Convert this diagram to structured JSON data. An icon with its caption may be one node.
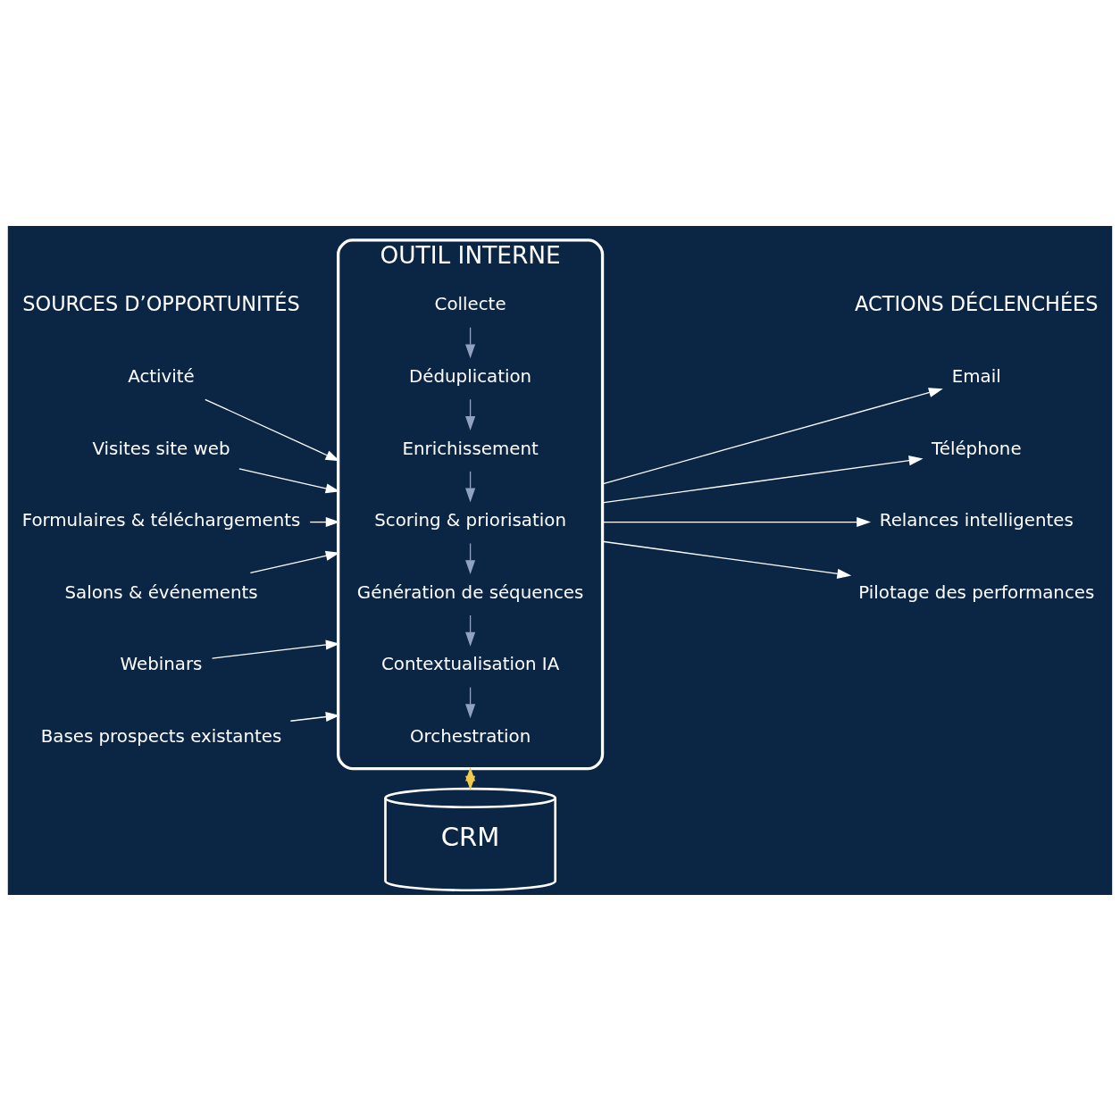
{
  "diagram": {
    "nodes": [
      {
        "text": [
          "Activité"
        ]
      },
      {
        "text": [
          "Visites site web"
        ]
      },
      {
        "text": [
          "Formulaires & téléchargements"
        ]
      },
      {
        "text": [
          "Salons & événements"
        ]
      },
      {
        "text": [
          "Webinars"
        ]
      },
      {
        "text": [
          "Bases prospects existantes"
        ]
      },
      {
        "text": [
          "OUTIL INTERNE"
        ]
      },
      {
        "text": [
          "Collecte"
        ],
        "in": 6
      },
      {
        "text": [
          "Déduplication"
        ],
        "in": 6
      },
      {
        "text": [
          "Enrichissement"
        ],
        "in": 6
      },
      {
        "text": [
          "Scoring & priorisation"
        ],
        "in": 6
      },
      {
        "text": [
          "Génération de séquences"
        ],
        "in": 6
      },
      {
        "text": [
          "Contextualisation IA"
        ],
        "in": 6
      },
      {
        "text": [
          "Orchestration"
        ],
        "in": 6
      },
      {
        "text": [
          "Email"
        ]
      },
      {
        "text": [
          "Téléphone"
        ]
      },
      {
        "text": [
          "Relances intelligentes"
        ]
      },
      {
        "text": [
          "Pilotage des performances"
        ]
      },
      {
        "text": [
          "CRM"
        ]
      }
    ],
    "edges": [
      {
        "from": 0,
        "to": 6,
        "arrow": "to"
      },
      {
        "from": 1,
        "to": 6,
        "arrow": "to"
      },
      {
        "from": 2,
        "to": 6,
        "arrow": "to"
      },
      {
        "from": 3,
        "to": 6,
        "arrow": "to"
      },
      {
        "from": 4,
        "to": 6,
        "arrow": "to"
      },
      {
        "from": 5,
        "to": 6,
        "arrow": "to"
      },
      {
        "from": 7,
        "to": 8,
        "arrow": "to",
        "color": "#8fa3c0"
      },
      {
        "from": 8,
        "to": 9,
        "arrow": "to",
        "color": "#8fa3c0"
      },
      {
        "from": 9,
        "to": 10,
        "arrow": "to",
        "color": "#8fa3c0"
      },
      {
        "from": 10,
        "to": 11,
        "arrow": "to",
        "color": "#8fa3c0"
      },
      {
        "from": 11,
        "to": 12,
        "arrow": "to",
        "color": "#8fa3c0"
      },
      {
        "from": 12,
        "to": 13,
        "arrow": "to",
        "color": "#8fa3c0"
      },
      {
        "from": 6,
        "to": 14,
        "arrow": "to"
      },
      {
        "from": 6,
        "to": 15,
        "arrow": "to"
      },
      {
        "from": 6,
        "to": 16,
        "arrow": "to"
      },
      {
        "from": 6,
        "to": 17,
        "arrow": "to"
      },
      {
        "from": 6,
        "to": 18,
        "arrow": "both",
        "color": "#f2c94c"
      }
    ],
    "labels": [
      "SOURCES D’OPPORTUNITÉS",
      "ACTIONS DÉCLENCHÉES"
    ]
  }
}
